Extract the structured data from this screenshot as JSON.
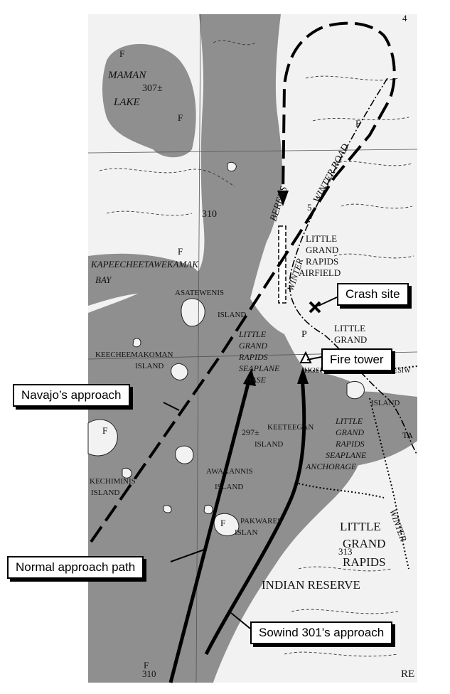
{
  "callouts": {
    "crash_site": "Crash site",
    "fire_tower": "Fire tower",
    "navajo_approach": "Navajo’s approach",
    "normal_approach": "Normal approach path",
    "sowind_approach": "Sowind 301's approach"
  },
  "labels": {
    "maman_lake": "MAMAN",
    "maman_lake_2": "LAKE",
    "elev_307": "307±",
    "elev_310": "310",
    "elev_297": "297±",
    "elev_313": "313",
    "elev_310b": "310",
    "kapeecheetawekamak": "KAPEECHEETAWEKAMAK",
    "bay": "BAY",
    "asatewenis": "ASATEWENIS",
    "island_a": "ISLAND",
    "keecheemakoman": "KEECHEEMAKOMAN",
    "island_k": "ISLAND",
    "lgr_seaplane_1": "LITTLE",
    "lgr_seaplane_2": "GRAND",
    "lgr_seaplane_3": "RAPIDS",
    "lgr_seaplane_4": "SEAPLANE",
    "lgr_seaplane_5": "BASE",
    "airfield_1": "LITTLE",
    "airfield_2": "GRAND",
    "airfield_3": "RAPIDS",
    "airfield_4": "AIRFIELD",
    "lg_town_1": "LITTLE",
    "lg_town_2": "GRAND",
    "hospital": "HOSPITAL",
    "island_e": "ISLAND",
    "keeteegan": "KEETEEGAN",
    "island_kt": "ISLAND",
    "anchorage_1": "LITTLE",
    "anchorage_2": "GRAND",
    "anchorage_3": "RAPIDS",
    "anchorage_4": "SEAPLANE",
    "anchorage_5": "ANCHORAGE",
    "awakannis": "AWAKANNIS",
    "island_aw": "ISLAND",
    "kechiminis": "KECHIMINIS",
    "island_kc": "ISLAND",
    "pakwares": "PAKWARES",
    "island_p": "ISLAN",
    "reserve_1": "LITTLE",
    "reserve_2": "GRAND",
    "reserve_3": "RAPIDS",
    "reserve_4": "INDIAN RESERVE",
    "berens": "BERENS",
    "winter_road": "WINTER ROAD",
    "winter_lgr": "WINTER",
    "winter_right": "WINTER",
    "letter_p": "P",
    "letter_f1": "F",
    "letter_f2": "F",
    "letter_f3": "F",
    "letter_f4": "F",
    "letter_f5": "F",
    "letter_f6": "F",
    "letter_f7": "F",
    "number_4": "4",
    "number_5": "5",
    "ta": "TA",
    "pesesiw": "PESESIW",
    "re": "RE"
  },
  "colors": {
    "water": "#8f8f8f",
    "land": "#f2f2f2",
    "lines": "#000000"
  }
}
